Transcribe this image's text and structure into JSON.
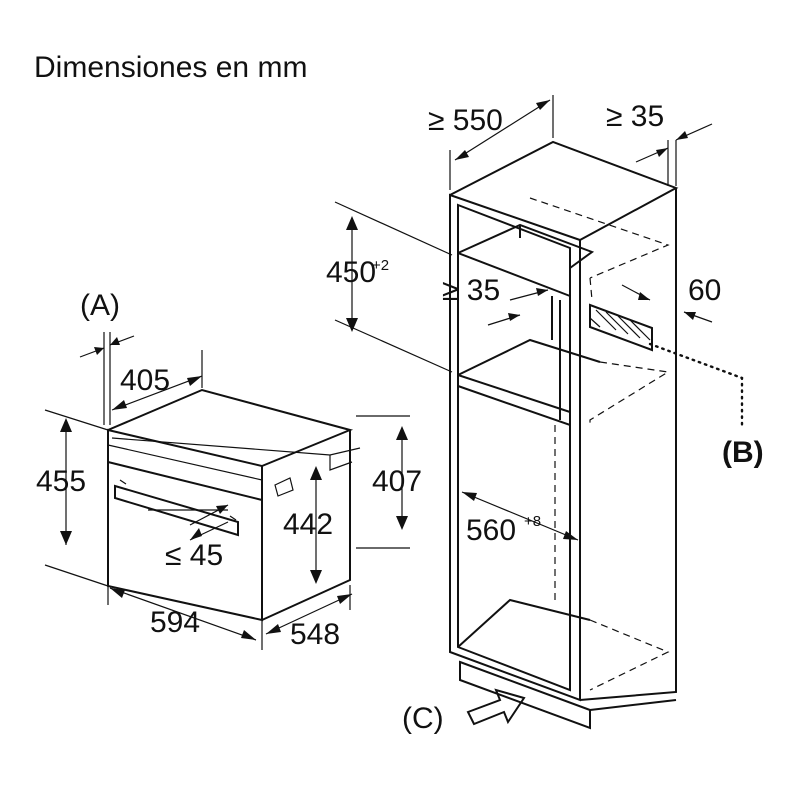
{
  "title": "Dimensiones en mm",
  "oven": {
    "label_a": "(A)",
    "dim_depth_front": "405",
    "dim_height_total": "455",
    "dim_handle_gap": "≤ 45",
    "dim_inner_height": "442",
    "dim_side_height": "407",
    "dim_width": "594",
    "dim_depth": "548"
  },
  "cabinet": {
    "dim_depth_min": "≥ 550",
    "dim_back_gap": "≥ 35",
    "dim_niche_height": "450",
    "dim_niche_height_tol": "+2",
    "dim_shelf_gap": "≥ 35",
    "dim_vent": "60",
    "dim_niche_width": "560",
    "dim_niche_width_tol": "+8",
    "label_b": "(B)",
    "label_c": "(C)"
  }
}
